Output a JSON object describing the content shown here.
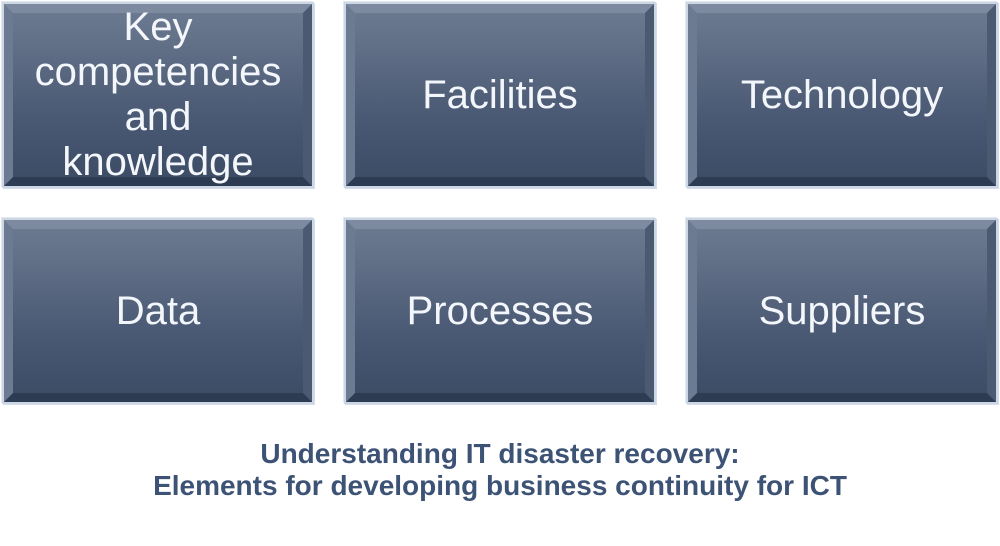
{
  "diagram": {
    "boxes": [
      {
        "id": "key-competencies",
        "label": "Key competencies and knowledge"
      },
      {
        "id": "facilities",
        "label": "Facilities"
      },
      {
        "id": "technology",
        "label": "Technology"
      },
      {
        "id": "data",
        "label": "Data"
      },
      {
        "id": "processes",
        "label": "Processes"
      },
      {
        "id": "suppliers",
        "label": "Suppliers"
      }
    ],
    "caption": {
      "line1": "Understanding IT disaster recovery:",
      "line2": "Elements for developing business continuity for ICT"
    }
  },
  "colors": {
    "box_fill_top": "#6b7990",
    "box_fill_bottom": "#3e4d66",
    "bevel_top": "#7e8aa0",
    "bevel_left": "#6d7b92",
    "bevel_right": "#4b5971",
    "bevel_bottom": "#2e3c53",
    "outer_rim": "#ccd7e6",
    "box_text": "#f3f6fa",
    "caption_text": "#3d5375",
    "background": "#ffffff"
  }
}
